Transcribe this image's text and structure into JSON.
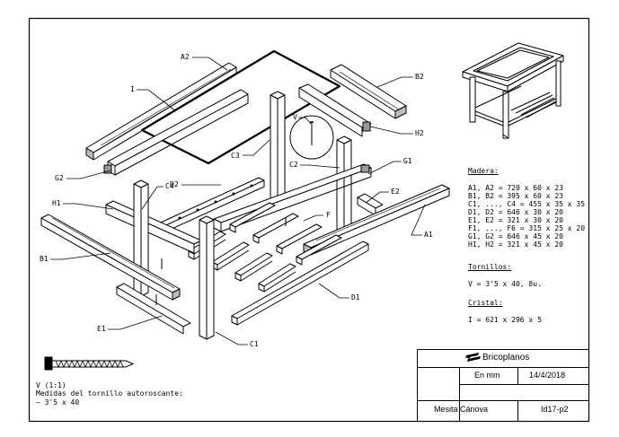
{
  "labels": {
    "A2": "A2",
    "B2": "B2",
    "I": "I",
    "H2": "H2",
    "V": "V",
    "C3": "C3",
    "C2": "C2",
    "G1": "G1",
    "G2": "G2",
    "D2": "D2",
    "C4": "C4",
    "E2": "E2",
    "H1": "H1",
    "F": "F",
    "A1": "A1",
    "B1": "B1",
    "D1": "D1",
    "E1": "E1",
    "C1": "C1"
  },
  "materials": {
    "madera_header": "Madera:",
    "madera": [
      "A1, A2 = 720 x 60 x 23",
      "B1, B2 = 395 x 60 x 23",
      "C1, ..., C4 = 455 x 35 x 35",
      "D1, D2 = 646 x 30 x 20",
      "E1, E2 = 321 x 30 x 20",
      "F1, ..., F6 = 315 x 25 x 20",
      "G1, G2 = 646 x 45 x 20",
      "H1, H2 = 321 x 45 x 20"
    ],
    "tornillos_header": "Tornillos:",
    "tornillos": "V = 3'5 x 40, 8u.",
    "cristal_header": "Cristal:",
    "cristal": "I = 621 x 296 x 5"
  },
  "screw_note": {
    "line1": "V (1:1)",
    "line2": "Medidas del tornillo autoroscante:",
    "line3": "– 3'5 x 40"
  },
  "title_block": {
    "brand": "Bricoplanos",
    "units": "En mm",
    "date": "14/4/2018",
    "name": "Mesita Cánova",
    "code": "Id17-p2"
  }
}
